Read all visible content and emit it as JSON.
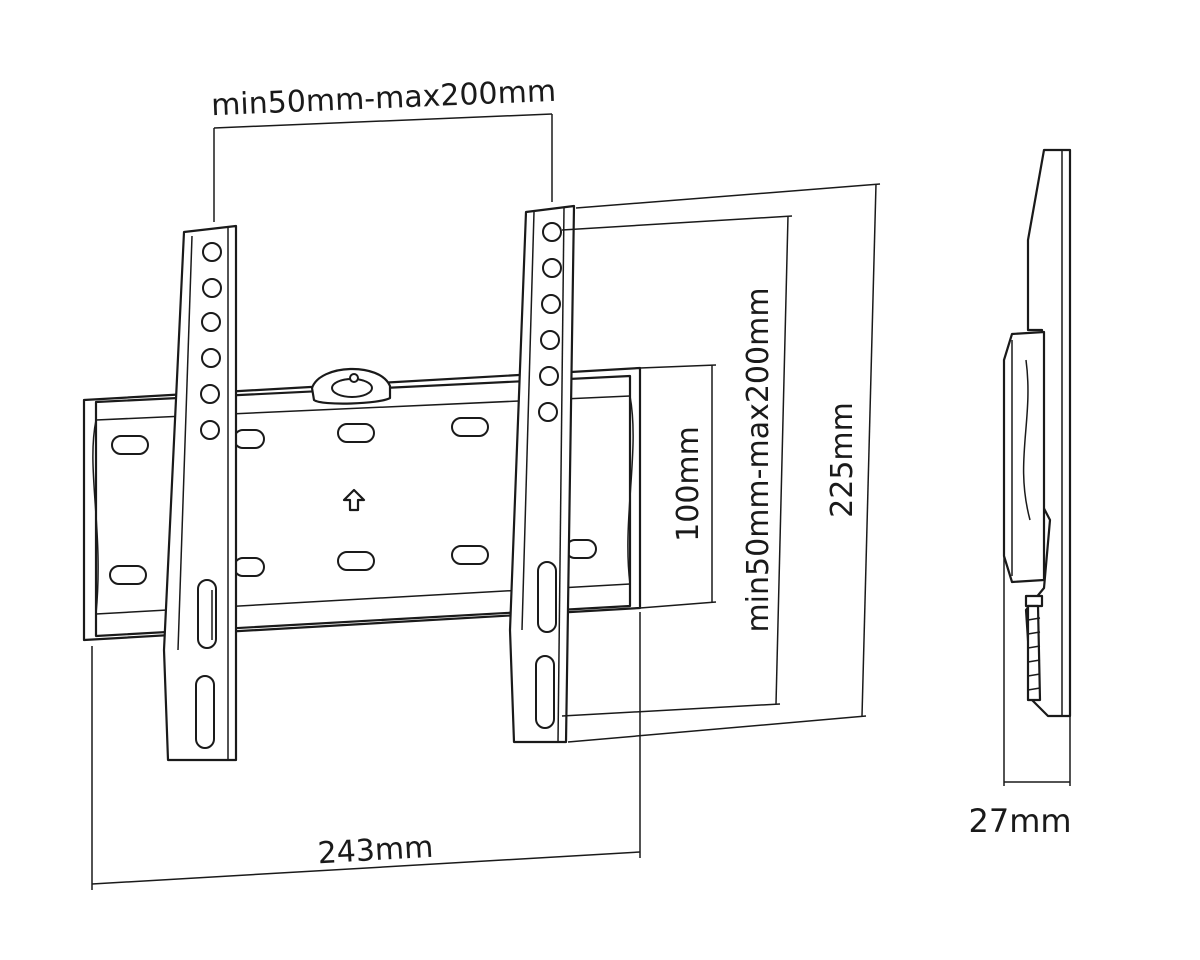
{
  "dimensions": {
    "vesa_width": "min50mm-max200mm",
    "vesa_height": "min50mm-max200mm",
    "plate_height": "100mm",
    "overall_height": "225mm",
    "overall_width": "243mm",
    "depth": "27mm"
  },
  "icons": {
    "arrow": "up-arrow-icon"
  },
  "colors": {
    "line": "#1a1a1a",
    "background": "#ffffff"
  }
}
